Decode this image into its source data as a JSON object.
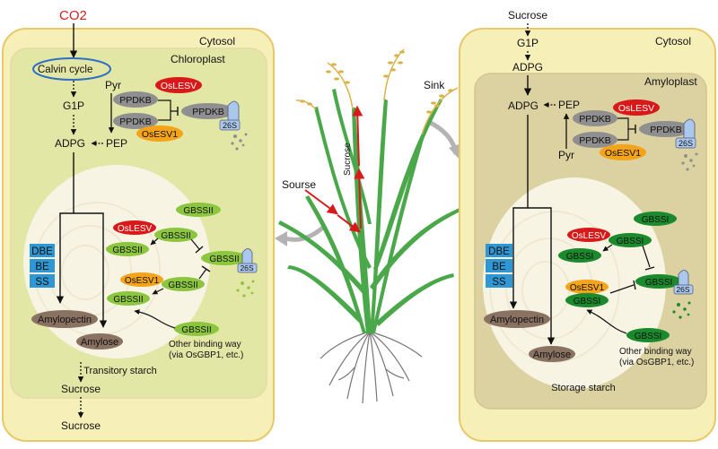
{
  "left": {
    "co2": "CO2",
    "cytosol": "Cytosol",
    "chloroplast": "Chloroplast",
    "calvin": "Calvin cycle",
    "pyr": "Pyr",
    "g1p": "G1P",
    "adpg": "ADPG",
    "pep": "PEP",
    "oslesv": "OsLESV",
    "osesv1": "OsESV1",
    "ppdkb": "PPDKB",
    "p26s": "26S",
    "gbssii": "GBSSII",
    "dbe": "DBE",
    "be": "BE",
    "ss": "SS",
    "amylopectin": "Amylopectin",
    "amylose": "Amylose",
    "other_binding_1": "Other binding way",
    "other_binding_2": "(via OsGBP1, etc.)",
    "transitory": "Transitory starch",
    "sucrose_in": "Sucrose",
    "sucrose_out": "Sucrose"
  },
  "middle": {
    "sink": "Sink",
    "sourse": "Sourse",
    "sucrose_stem": "Sucrose"
  },
  "right": {
    "sucrose_top": "Sucrose",
    "cytosol": "Cytosol",
    "g1p": "G1P",
    "adpg_top": "ADPG",
    "amyloplast": "Amyloplast",
    "adpg": "ADPG",
    "pep": "PEP",
    "pyr": "Pyr",
    "oslesv": "OsLESV",
    "osesv1": "OsESV1",
    "ppdkb": "PPDKB",
    "p26s": "26S",
    "gbssi": "GBSSI",
    "dbe": "DBE",
    "be": "BE",
    "ss": "SS",
    "amylopectin": "Amylopectin",
    "amylose": "Amylose",
    "other_binding_1": "Other binding way",
    "other_binding_2": "(via OsGBP1, etc.)",
    "storage": "Storage starch"
  },
  "colors": {
    "cell_outer": "#f7efb8",
    "cell_border": "#e7c96a",
    "chloroplast": "#e3e7a6",
    "amyloplast": "#dcd2a1",
    "granule": "#f7f4e4",
    "oslesv": "#d91919",
    "osesv1": "#f5a318",
    "ppdkb": "#8f8f8f",
    "gbssii": "#8cc63f",
    "gbssi": "#1b8a2c",
    "blue_box": "#2f97d4",
    "amylopectin": "#8a7262",
    "proteasome": "#aac8ee",
    "co2": "#d32020",
    "red_arrow": "#d91919",
    "plant_green": "#4aa84a",
    "grain": "#d9b24a",
    "roots": "#777777",
    "grey_arrow": "#b3b3b3"
  }
}
